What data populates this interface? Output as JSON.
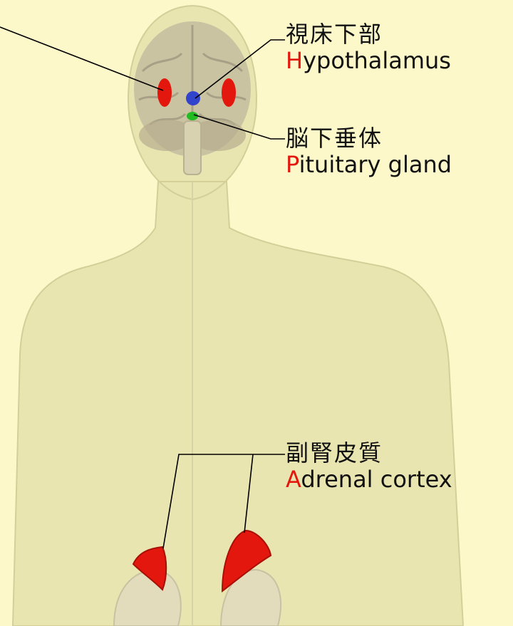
{
  "labels": {
    "hypothalamus": {
      "ja": "視床下部",
      "en_initial": "H",
      "en_rest": "ypothalamus"
    },
    "pituitary": {
      "ja": "脳下垂体",
      "en_initial": "P",
      "en_rest": "ituitary gland"
    },
    "adrenal": {
      "ja": "副腎皮質",
      "en_initial": "A",
      "en_rest": "drenal cortex"
    }
  },
  "colors": {
    "background": "#fdf8c9",
    "body": "#e9e5b1",
    "highlight_red": "#e3170d",
    "hypothalamus_blue": "#3344cc",
    "pituitary_green": "#22bb22",
    "leader_lines": "#000000"
  }
}
